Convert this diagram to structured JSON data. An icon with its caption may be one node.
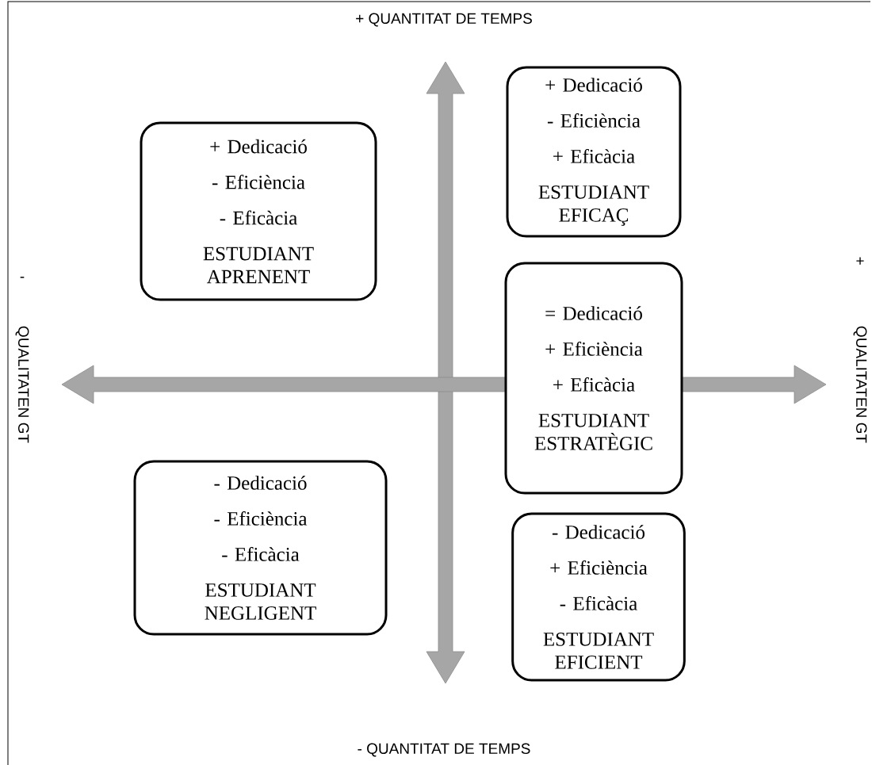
{
  "diagram": {
    "nodes": [
      {
        "text": [
          "+ Dedicació",
          "- Eficiència",
          "+ Eficàcia",
          "ESTUDIANT EFICAÇ"
        ]
      },
      {
        "text": [
          "+ Dedicació",
          "- Eficiència",
          "- Eficàcia",
          "ESTUDIANT APRENENT"
        ]
      },
      {
        "text": [
          "= Dedicació",
          "+ Eficiència",
          "+ Eficàcia",
          "ESTUDIANT ESTRATÈGIC"
        ]
      },
      {
        "text": [
          "- Dedicació",
          "- Eficiència",
          "- Eficàcia",
          "ESTUDIANT NEGLIGENT"
        ]
      },
      {
        "text": [
          "- Dedicació",
          "+ Eficiència",
          "- Eficàcia",
          "ESTUDIANT EFICIENT"
        ]
      }
    ],
    "labels": [
      "+ QUANTITAT DE TEMPS",
      "-",
      "QUALITATEN GT",
      "+",
      "QUALITATEN GT",
      "- QUANTITAT DE TEMPS"
    ]
  }
}
